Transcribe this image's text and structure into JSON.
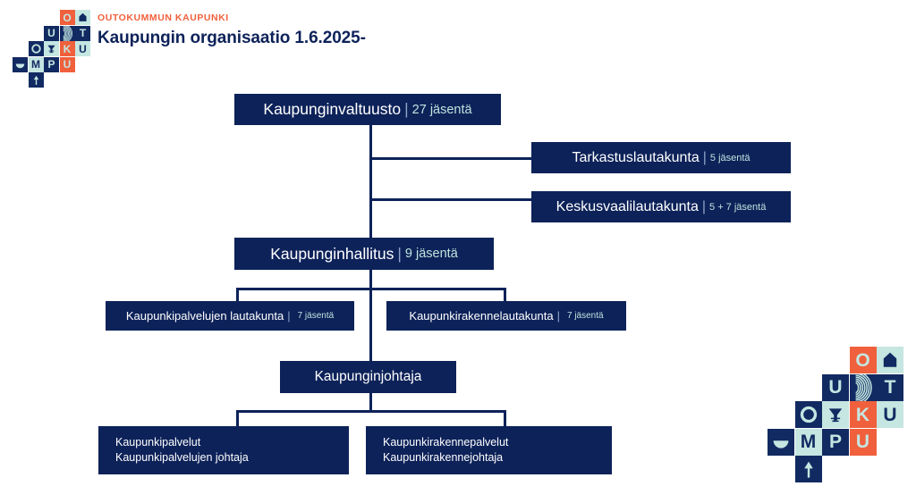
{
  "header": {
    "kicker": "OUTOKUMMUN KAUPUNKI",
    "title": "Kaupungin organisaatio 1.6.2025-",
    "logo_name": "outokumpu-logo"
  },
  "colors": {
    "navy": "#0d2259",
    "logo_navy": "#122a62",
    "mint": "#c5e6e1",
    "orange": "#f0603c",
    "count_text": "#bfe3de",
    "background": "#ffffff"
  },
  "org_chart": {
    "separator": "|",
    "nodes": {
      "valtuusto": {
        "label": "Kaupunginvaltuusto",
        "count": "27 jäsentä"
      },
      "tarkastus": {
        "label": "Tarkastuslautakunta",
        "count": "5 jäsentä"
      },
      "keskusvaali": {
        "label": "Keskusvaalilautakunta",
        "count": "5 + 7 jäsentä"
      },
      "hallitus": {
        "label": "Kaupunginhallitus",
        "count": "9 jäsentä"
      },
      "palvelut_ltk": {
        "label": "Kaupunkipalvelujen lautakunta",
        "count": "7 jäsentä"
      },
      "rakenne_ltk": {
        "label": "Kaupunkirakennelautakunta",
        "count": "7 jäsentä"
      },
      "johtaja": {
        "label": "Kaupunginjohtaja",
        "count": ""
      },
      "palvelut_unit": {
        "line1": "Kaupunkipalvelut",
        "line2": "Kaupunkipalvelujen  johtaja"
      },
      "rakenne_unit": {
        "line1": "Kaupunkirakennepalvelut",
        "line2": "Kaupunkirakennejohtaja"
      }
    }
  },
  "logo_tiles": [
    {
      "glyph": "O",
      "color": "orange",
      "letter": "mint"
    },
    {
      "glyph": "house",
      "color": "mint",
      "letter": "navy"
    },
    {
      "glyph": "U",
      "color": "navy",
      "letter": "mint"
    },
    {
      "glyph": "fingerprint",
      "color": "navy",
      "letter": "mint"
    },
    {
      "glyph": "T",
      "color": "mint",
      "letter": "navy"
    },
    {
      "glyph": "circle",
      "color": "navy",
      "letter": "mint"
    },
    {
      "glyph": "funnel",
      "color": "mint",
      "letter": "navy"
    },
    {
      "glyph": "K",
      "color": "orange",
      "letter": "mint"
    },
    {
      "glyph": "U",
      "color": "mint",
      "letter": "navy"
    },
    {
      "glyph": "bowl",
      "color": "navy",
      "letter": "mint"
    },
    {
      "glyph": "M",
      "color": "mint",
      "letter": "navy"
    },
    {
      "glyph": "P",
      "color": "navy",
      "letter": "mint"
    },
    {
      "glyph": "U",
      "color": "orange",
      "letter": "mint"
    },
    {
      "glyph": "tree",
      "color": "navy",
      "letter": "mint"
    }
  ]
}
